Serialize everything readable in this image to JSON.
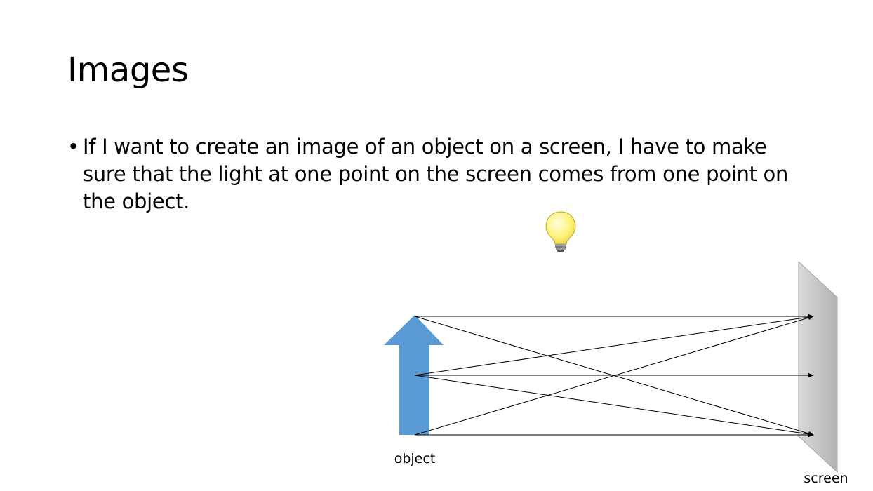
{
  "slide": {
    "title": "Images",
    "bullets": [
      "If I want to create an image of an object on a screen, I have to make sure that the light at one point on the screen comes from one point on the object."
    ]
  },
  "diagram": {
    "object_label": "object",
    "screen_label": "screen",
    "icons": [
      "light-bulb-icon"
    ],
    "colors": {
      "object_arrow": "#5b9bd5",
      "screen_light": "#d9d9d9",
      "screen_dark": "#b3b3b3",
      "bulb_glass": "#fff27a",
      "bulb_base": "#9e9e9e",
      "ray": "#000000"
    },
    "rays": [
      {
        "from": "object-top",
        "to": "screen-top"
      },
      {
        "from": "object-top",
        "to": "screen-bottom"
      },
      {
        "from": "object-middle",
        "to": "screen-top"
      },
      {
        "from": "object-middle",
        "to": "screen-middle"
      },
      {
        "from": "object-middle",
        "to": "screen-bottom"
      },
      {
        "from": "object-bottom",
        "to": "screen-top"
      },
      {
        "from": "object-bottom",
        "to": "screen-bottom"
      }
    ]
  }
}
